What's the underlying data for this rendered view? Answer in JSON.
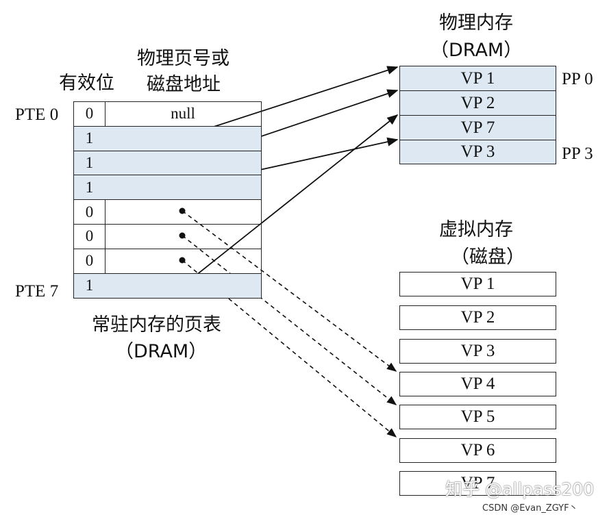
{
  "page_table": {
    "col_valid": "有效位",
    "col_addr_line1": "物理页号或",
    "col_addr_line2": "磁盘地址",
    "pte_first": "PTE 0",
    "pte_last": "PTE 7",
    "caption_line1": "常驻内存的页表",
    "caption_line2": "（DRAM）",
    "rows": [
      {
        "valid": "0",
        "addr": "null"
      },
      {
        "valid": "1",
        "addr": ""
      },
      {
        "valid": "1",
        "addr": ""
      },
      {
        "valid": "1",
        "addr": ""
      },
      {
        "valid": "0",
        "addr": ""
      },
      {
        "valid": "0",
        "addr": ""
      },
      {
        "valid": "0",
        "addr": ""
      },
      {
        "valid": "1",
        "addr": ""
      }
    ]
  },
  "physical_memory": {
    "title_line1": "物理内存",
    "title_line2": "（DRAM）",
    "pages": [
      "VP 1",
      "VP 2",
      "VP 7",
      "VP 3"
    ],
    "pp_first": "PP 0",
    "pp_last": "PP 3"
  },
  "virtual_memory": {
    "title_line1": "虚拟内存",
    "title_line2": "（磁盘）",
    "pages": [
      "VP 1",
      "VP 2",
      "VP 3",
      "VP 4",
      "VP 5",
      "VP 6",
      "VP 7"
    ]
  },
  "watermark": {
    "zhihu": "知乎 @allpass200",
    "csdn": "CSDN @Evan_ZGYF丶"
  }
}
